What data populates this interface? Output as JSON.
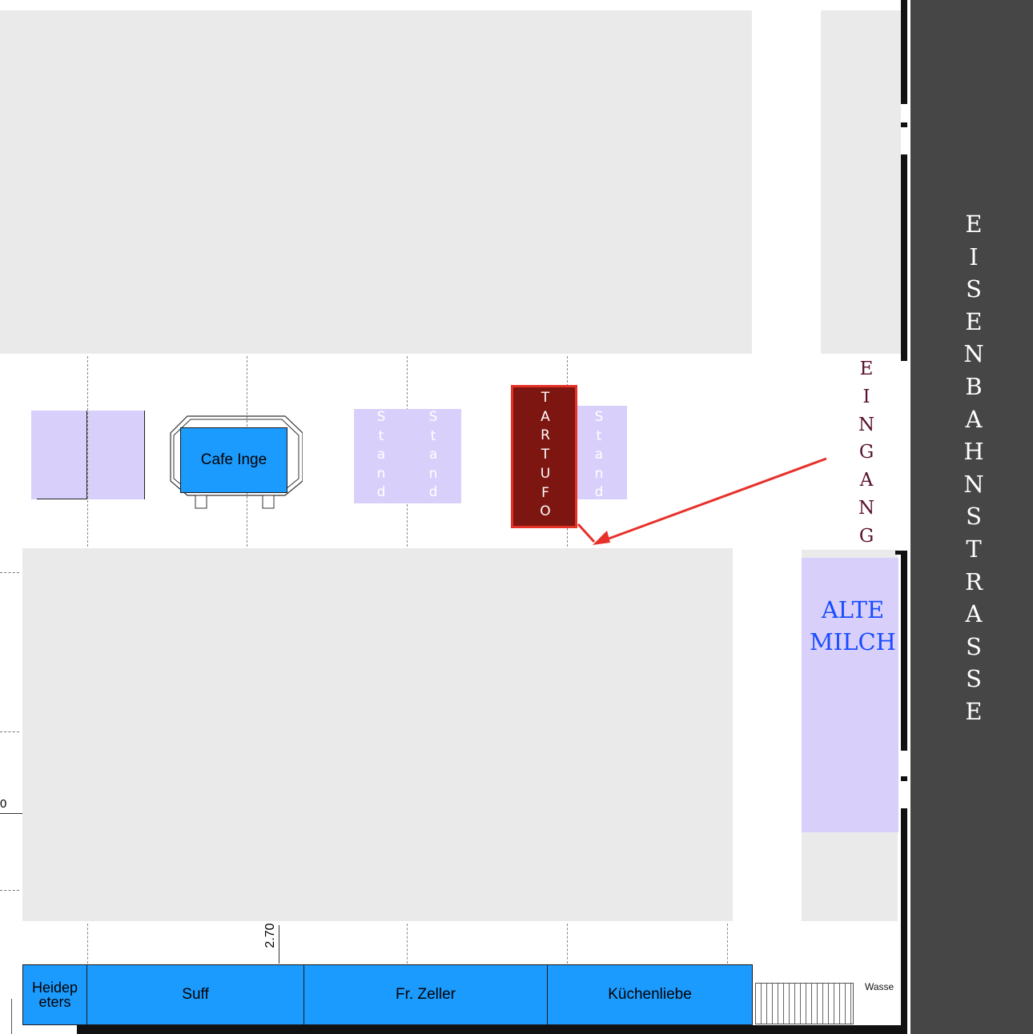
{
  "street": {
    "name": "EISENBAHNSTRASSE",
    "letters": [
      "E",
      "I",
      "S",
      "E",
      "N",
      "B",
      "A",
      "H",
      "N",
      "S",
      "T",
      "R",
      "A",
      "S",
      "S",
      "E"
    ]
  },
  "entrance": {
    "label": "EINGANG",
    "letters": [
      "E",
      "I",
      "N",
      "G",
      "A",
      "N",
      "G"
    ],
    "color": "#5a1030",
    "arrow_color": "#e8302a"
  },
  "highlight_stand": {
    "name": "TARTUFO",
    "letters": [
      "T",
      "A",
      "R",
      "T",
      "U",
      "F",
      "O"
    ],
    "fill": "#7d1610",
    "border": "#e53226"
  },
  "placeholder_stand": {
    "label": "Stand",
    "letters": [
      "S",
      "t",
      "a",
      "n",
      "d"
    ]
  },
  "alte_milch": {
    "line1": "ALTE",
    "line2": "MILCH",
    "color": "#1a4cff"
  },
  "stands": {
    "cafe_inge": "Cafe Inge",
    "heidepeters_line1": "Heidep",
    "heidepeters_line2": "eters",
    "suff": "Suff",
    "fr_zeller": "Fr. Zeller",
    "kuechenliebe": "Küchenliebe"
  },
  "dimensions": {
    "measure_270": "2.70",
    "edge_label": "0"
  },
  "misc": {
    "wasser_label": "Wasse"
  },
  "colors": {
    "building": "#eaeaea",
    "stand_lavender": "#d8d0fb",
    "stand_blue": "#1c9bff",
    "street": "#464646"
  }
}
